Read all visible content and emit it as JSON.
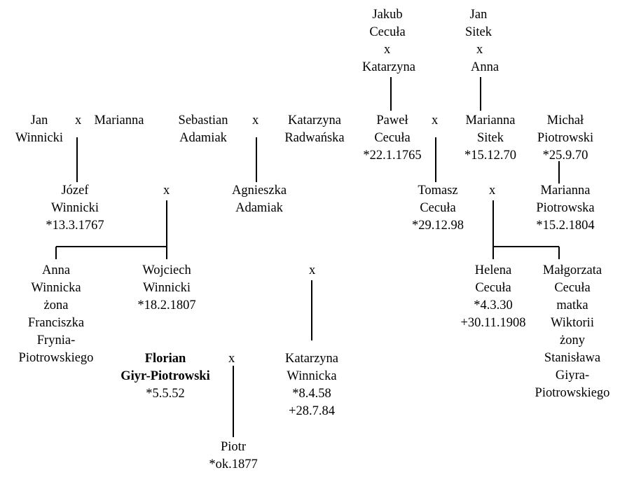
{
  "people": {
    "jakub_cecula": [
      "Jakub",
      "Cecuła"
    ],
    "katarzyna_top": [
      "Katarzyna"
    ],
    "jan_sitek": [
      "Jan",
      "Sitek"
    ],
    "anna_top": [
      "Anna"
    ],
    "jan_winnicki": [
      "Jan",
      "Winnicki"
    ],
    "marianna_w": [
      "Marianna"
    ],
    "sebastian_adamiak": [
      "Sebastian",
      "Adamiak"
    ],
    "katarzyna_radwanska": [
      "Katarzyna",
      "Radwańska"
    ],
    "pawel_cecula": [
      "Paweł",
      "Cecuła",
      "*22.1.1765"
    ],
    "marianna_sitek": [
      "Marianna",
      "Sitek",
      "*15.12.70"
    ],
    "michal_piotrowski": [
      "Michał",
      "Piotrowski",
      "*25.9.70"
    ],
    "jozef_winnicki": [
      "Józef",
      "Winnicki",
      "*13.3.1767"
    ],
    "agnieszka_adamiak": [
      "Agnieszka",
      "Adamiak"
    ],
    "tomasz_cecula": [
      "Tomasz",
      "Cecuła",
      "*29.12.98"
    ],
    "marianna_piotrowska": [
      "Marianna",
      "Piotrowska",
      "*15.2.1804"
    ],
    "anna_winnicka": [
      "Anna",
      "Winnicka",
      "żona",
      "Franciszka",
      "Frynia-",
      "Piotrowskiego"
    ],
    "wojciech_winnicki": [
      "Wojciech",
      "Winnicki",
      "*18.2.1807"
    ],
    "helena_cecula": [
      "Helena",
      "Cecuła",
      "*4.3.30",
      "+30.11.1908"
    ],
    "malgorzata_cecula": [
      "Małgorzata",
      "Cecuła",
      "matka",
      "Wiktorii",
      "żony",
      "Stanisława",
      "Giyra-",
      "Piotrowskiego"
    ],
    "florian_giyr": [
      "Florian",
      "Giyr-Piotrowski",
      "*5.5.52"
    ],
    "katarzyna_winnicka": [
      "Katarzyna",
      "Winnicka",
      "*8.4.58",
      "+28.7.84"
    ],
    "piotr": [
      "Piotr",
      "*ok.1877"
    ]
  },
  "marriage_symbol": "x"
}
